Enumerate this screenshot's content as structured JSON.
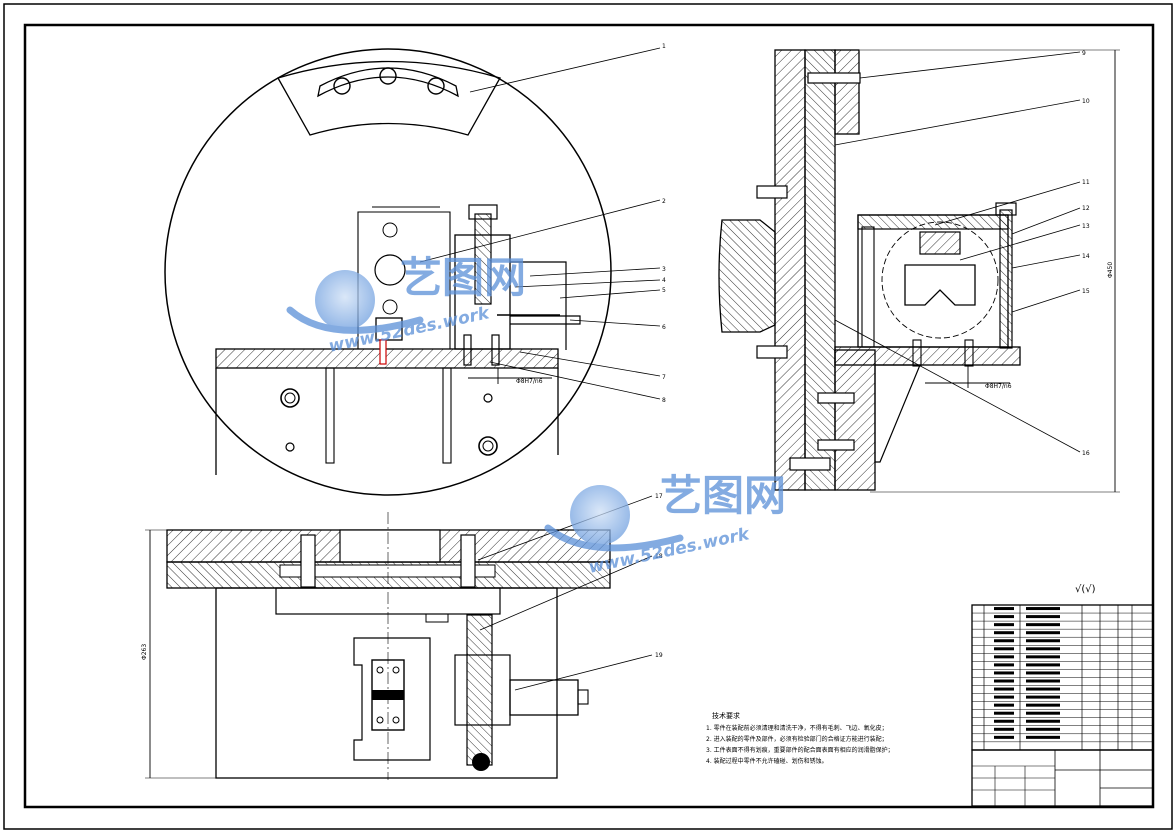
{
  "balloons": [
    "1",
    "2",
    "3",
    "4",
    "5",
    "6",
    "7",
    "8",
    "9",
    "10",
    "11",
    "12",
    "13",
    "14",
    "15",
    "16",
    "17",
    "18",
    "19"
  ],
  "fits": {
    "left": "Φ8H7/n6",
    "right": "Φ8H7/n6"
  },
  "dimensions": {
    "right_height": "Φ450",
    "bottom_height": "Φ263"
  },
  "roughness": "√(√)",
  "watermark": {
    "brand": "艺图网",
    "url": "www.52des.work"
  },
  "tech_requirements": {
    "title": "技术要求",
    "lines": [
      "1. 零件在装配前必须清理和清洗干净，不得有毛刺、飞边、氧化皮；",
      "2. 进入装配的零件及部件，必须有检验部门的合格证方能进行装配；",
      "3. 工件表面不得有划痕，重要部件的配合面表面有相应的润滑脂保护；",
      "4. 装配过程中零件不允许磕碰、划伤和锈蚀。"
    ]
  }
}
